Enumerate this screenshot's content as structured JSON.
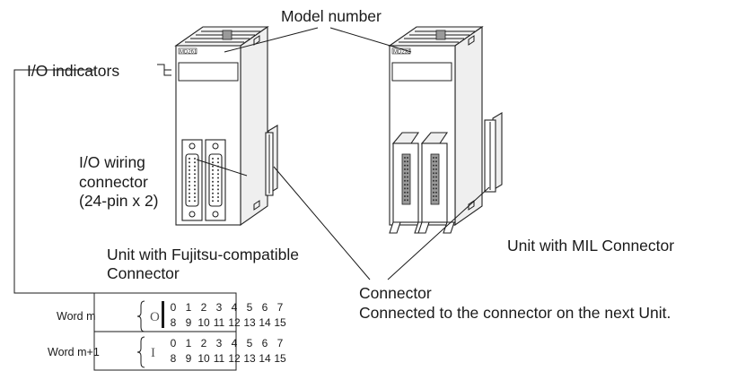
{
  "labels": {
    "model_number": "Model number",
    "io_indicators": "I/O indicators",
    "io_wiring_line1": "I/O wiring",
    "io_wiring_line2": "connector",
    "io_wiring_line3": "(24-pin x 2)",
    "fujitsu_line1": "Unit with Fujitsu-compatible",
    "fujitsu_line2": "Connector",
    "mil": "Unit with MIL Connector",
    "connector_title": "Connector",
    "connector_desc": "Connected to the connector on the next Unit."
  },
  "units": {
    "left_model": "MD261",
    "right_model": "MD232"
  },
  "indicator_table": {
    "rows": [
      {
        "word": "Word m",
        "symbol": "O",
        "top": [
          "0",
          "1",
          "2",
          "3",
          "4",
          "5",
          "6",
          "7"
        ],
        "bottom": [
          "8",
          "9",
          "10",
          "11",
          "12",
          "13",
          "14",
          "15"
        ]
      },
      {
        "word": "Word m+1",
        "symbol": "I",
        "top": [
          "0",
          "1",
          "2",
          "3",
          "4",
          "5",
          "6",
          "7"
        ],
        "bottom": [
          "8",
          "9",
          "10",
          "11",
          "12",
          "13",
          "14",
          "15"
        ]
      }
    ]
  }
}
